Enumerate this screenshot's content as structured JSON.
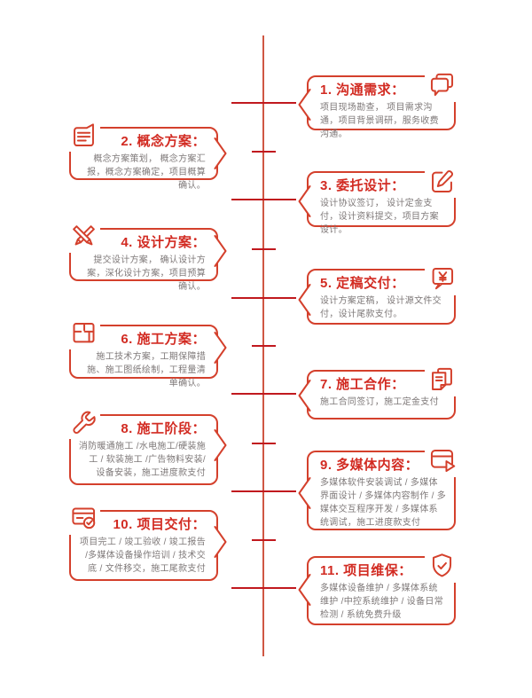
{
  "colors": {
    "accent": "#d4402c",
    "heading_text": "#d22b22",
    "body_text": "#7e7878",
    "timeline_line": "#cf5743",
    "tick": "#c1191e",
    "background": "#ffffff"
  },
  "timeline": {
    "items": [
      {
        "side": "right",
        "icon": "chat-bubbles-icon",
        "heading": "1. 沟通需求：",
        "body": "项目现场勘查， 项目需求沟通，项目背景调研，服务收费沟通。"
      },
      {
        "side": "left",
        "icon": "document-notes-icon",
        "heading": "2. 概念方案：",
        "body": "概念方案策划， 概念方案汇报，概念方案确定，项目概算确认。"
      },
      {
        "side": "right",
        "icon": "edit-pencil-icon",
        "heading": "3. 委托设计：",
        "body": "设计协议签订， 设计定金支付，设计资料提交，项目方案设计。"
      },
      {
        "side": "left",
        "icon": "design-tools-icon",
        "heading": "4. 设计方案：",
        "body": "提交设计方案， 确认设计方案，深化设计方案，项目预算确认。"
      },
      {
        "side": "right",
        "icon": "yen-payment-bubble-icon",
        "heading": "5. 定稿交付：",
        "body": "设计方案定稿， 设计源文件交付，设计尾款支付。"
      },
      {
        "side": "left",
        "icon": "blueprint-floorplan-icon",
        "heading": "6. 施工方案：",
        "body": "施工技术方案，工期保障措施、施工图纸绘制，工程量清单确认。"
      },
      {
        "side": "right",
        "icon": "contract-pages-icon",
        "heading": "7. 施工合作：",
        "body": "施工合同签订，施工定金支付"
      },
      {
        "side": "left",
        "icon": "wrench-icon",
        "heading": "8. 施工阶段：",
        "body": "消防暖通施工 /水电施工/硬装施工 / 软装施工 /广告物料安装/ 设备安装，施工进度款支付"
      },
      {
        "side": "right",
        "icon": "media-play-window-icon",
        "heading": "9. 多媒体内容：",
        "body": "多媒体软件安装调试 / 多媒体界面设计 / 多媒体内容制作 / 多媒体交互程序开发 / 多媒体系统调试，施工进度款支付"
      },
      {
        "side": "left",
        "icon": "checklist-card-icon",
        "heading": "10. 项目交付：",
        "body": "项目完工 / 竣工验收 / 竣工报告 /多媒体设备操作培训 / 技术交底 / 文件移交，施工尾款支付"
      },
      {
        "side": "right",
        "icon": "shield-check-icon",
        "heading": "11. 项目维保：",
        "body": "多媒体设备维护 / 多媒体系统维护 /中控系统维护 / 设备日常检测 / 系统免费升级"
      }
    ]
  }
}
